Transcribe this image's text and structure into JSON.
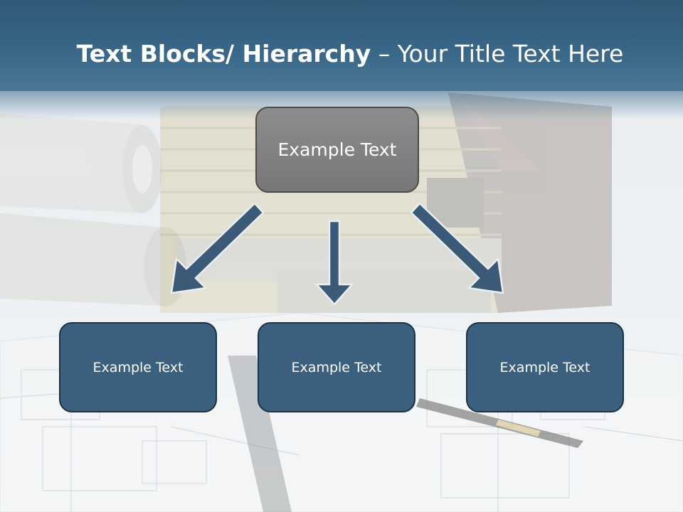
{
  "slide": {
    "title_bold": "Text Blocks/ Hierarchy",
    "title_rest": " – Your Title Text Here",
    "top_box_text": "Example Text",
    "child_boxes": [
      "Example Text",
      "Example Text",
      "Example Text"
    ]
  },
  "colors": {
    "title_bar": "#3a6889",
    "child_box": "#3b5f7e",
    "top_box": "#858585",
    "arrow": "#3a5a78"
  },
  "background_icons": [
    "house-model-image",
    "blueprint-image",
    "pen-image"
  ]
}
